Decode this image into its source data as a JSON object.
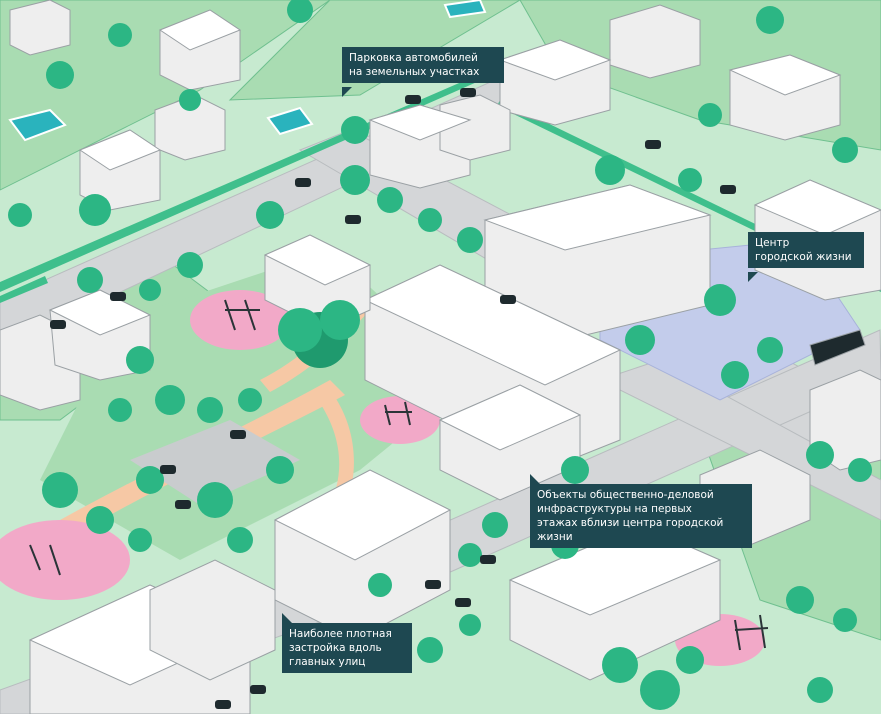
{
  "colors": {
    "background": "#ffffff",
    "lawn": "#a9dcb2",
    "lawn_light": "#c7ead0",
    "road": "#d4d6d8",
    "sidewalk": "#e9eaeb",
    "path": "#f6c8a5",
    "playground": "#f2a9c8",
    "plaza": "#c3cceb",
    "tree": "#2cb684",
    "tree_dark": "#1f9a6e",
    "building_roof": "#ffffff",
    "building_wall": "#eeeeee",
    "pool": "#2ab3bd",
    "callout_bg": "#1e4851",
    "callout_text": "#ffffff"
  },
  "callouts": {
    "parking": {
      "lines": [
        "Парковка автомобилей",
        "на земельных участках"
      ]
    },
    "center": {
      "lines": [
        "Центр",
        "городской жизни"
      ]
    },
    "objects": {
      "lines": [
        "Объекты общественно-деловой",
        "инфраструктуры на первых",
        "этажах вблизи центра городской",
        "жизни"
      ]
    },
    "dense": {
      "lines": [
        "Наиболее плотная",
        "застройка вдоль",
        "главных улиц"
      ]
    }
  }
}
